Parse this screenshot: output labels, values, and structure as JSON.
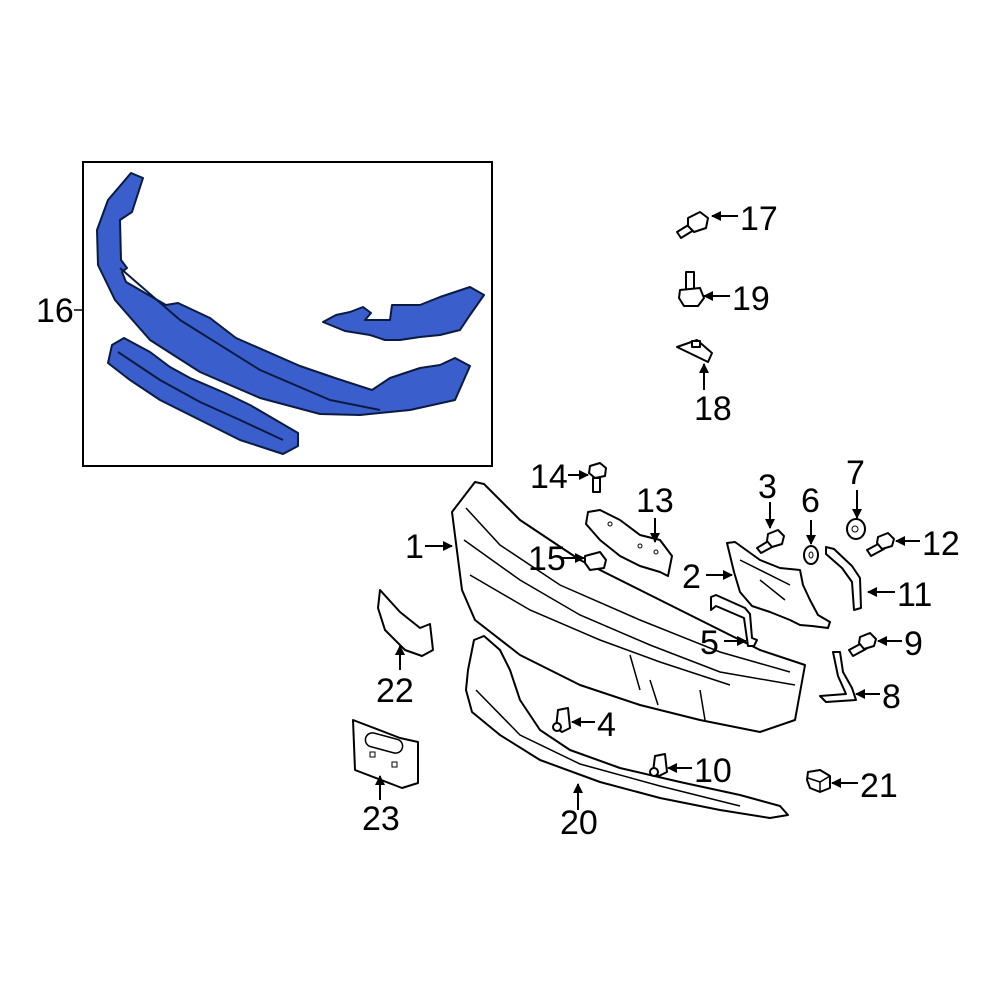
{
  "diagram": {
    "type": "exploded-parts-diagram",
    "highlight_color": "#3a5fcd",
    "inset": {
      "callout": "16",
      "description": "highlighted blue parts group (3 pieces) in framed inset"
    },
    "callouts": [
      {
        "id": "1",
        "label": "1"
      },
      {
        "id": "2",
        "label": "2"
      },
      {
        "id": "3",
        "label": "3"
      },
      {
        "id": "4",
        "label": "4"
      },
      {
        "id": "5",
        "label": "5"
      },
      {
        "id": "6",
        "label": "6"
      },
      {
        "id": "7",
        "label": "7"
      },
      {
        "id": "8",
        "label": "8"
      },
      {
        "id": "9",
        "label": "9"
      },
      {
        "id": "10",
        "label": "10"
      },
      {
        "id": "11",
        "label": "11"
      },
      {
        "id": "12",
        "label": "12"
      },
      {
        "id": "13",
        "label": "13"
      },
      {
        "id": "14",
        "label": "14"
      },
      {
        "id": "15",
        "label": "15"
      },
      {
        "id": "16",
        "label": "16"
      },
      {
        "id": "17",
        "label": "17"
      },
      {
        "id": "18",
        "label": "18"
      },
      {
        "id": "19",
        "label": "19"
      },
      {
        "id": "20",
        "label": "20"
      },
      {
        "id": "21",
        "label": "21"
      },
      {
        "id": "22",
        "label": "22"
      },
      {
        "id": "23",
        "label": "23"
      }
    ]
  }
}
